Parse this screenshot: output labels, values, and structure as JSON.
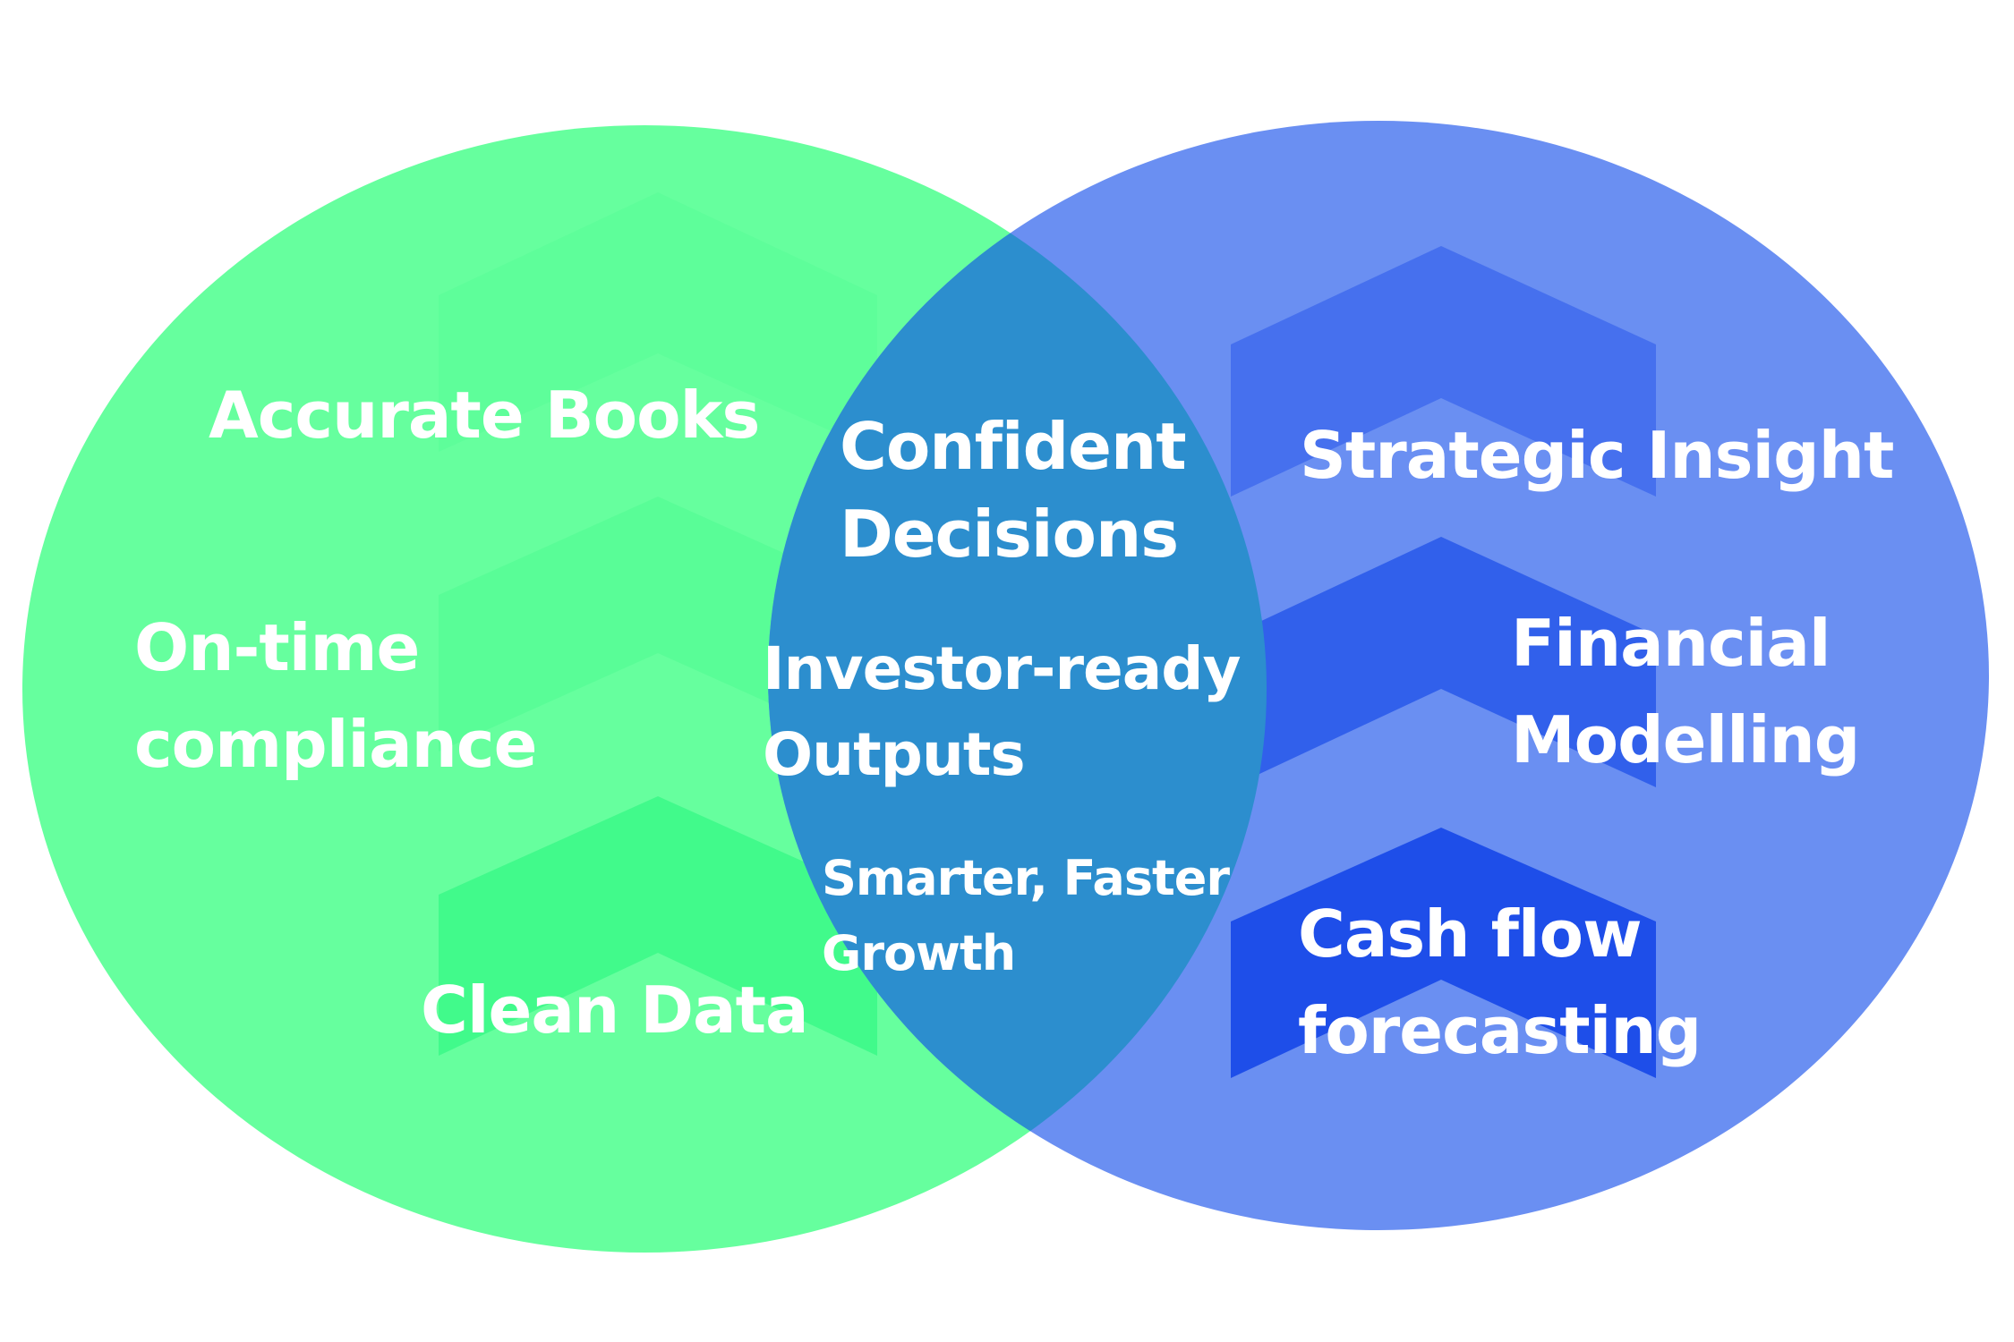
{
  "colors": {
    "left_circle": "#66FF9E",
    "right_circle": "#6A8FF2",
    "overlap": "#2C8ECE",
    "left_chevron": "#22F57C",
    "right_chevron": "#1A4BE8",
    "text": "#FFFFFF"
  },
  "left_set": {
    "items": [
      {
        "lines": [
          "Accurate Books"
        ]
      },
      {
        "lines": [
          "On-time",
          "compliance"
        ]
      },
      {
        "lines": [
          "Clean Data"
        ]
      }
    ]
  },
  "overlap": {
    "items": [
      {
        "lines": [
          "Confident",
          "Decisions"
        ]
      },
      {
        "lines": [
          "Investor-ready",
          "Outputs"
        ]
      },
      {
        "lines": [
          "Smarter, Faster",
          "Growth"
        ]
      }
    ]
  },
  "right_set": {
    "items": [
      {
        "lines": [
          "Strategic Insight"
        ]
      },
      {
        "lines": [
          "Financial",
          "Modelling"
        ]
      },
      {
        "lines": [
          "Cash flow",
          "forecasting"
        ]
      }
    ]
  }
}
